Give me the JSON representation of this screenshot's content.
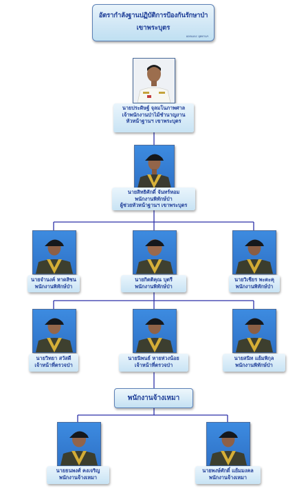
{
  "title": {
    "line1": "อัตรากำลังฐานปฏิบัติการป้องกันรักษาป่า",
    "line2": "เขาพระบุตร",
    "credit": "ออกแบบ: อุทยานฯ"
  },
  "chief": {
    "lines": [
      "นายประดิษฐ์ จุลมโนภาพศาล",
      "เจ้าพนักงานป่าไม้ชำนาญงาน",
      "หัวหน้าฐานฯ เขาพระบุตร"
    ]
  },
  "deputy": {
    "lines": [
      "นายสิทธิศักดิ์ จันทร์หอม",
      "พนักงานพิทักษ์ป่า",
      "ผู้ช่วยหัวหน้าฐานฯ เขาพระบุตร"
    ]
  },
  "row1": [
    {
      "lines": [
        "นายจำนงค์ หาดสิชน",
        "พนักงานพิทักษ์ป่า"
      ]
    },
    {
      "lines": [
        "นายกิตติคุณ บุตรี",
        "พนักงานพิทักษ์ป่า"
      ]
    },
    {
      "lines": [
        "นายวิเชียร พะตะคุ",
        "พนักงานพิทักษ์ป่า"
      ]
    }
  ],
  "row2": [
    {
      "lines": [
        "นายวิทยา สวัสดี",
        "เจ้าหน้าที่ตรวจป่า"
      ]
    },
    {
      "lines": [
        "นายนิพนธ์ หายห่วงน้อย",
        "เจ้าหน้าที่ตรวจป่า"
      ]
    },
    {
      "lines": [
        "นายสนิท แย้มพิกุล",
        "พนักงานพิทักษ์ป่า"
      ]
    }
  ],
  "staff_heading": "พนักงานจ้างเหมา",
  "row3": [
    {
      "lines": [
        "นายธนพงศ์ คงเจริญ",
        "พนักงานจ้างเหมา"
      ]
    },
    {
      "lines": [
        "นายพงษ์ศักดิ์ แย้มมงคล",
        "พนักงานจ้างเหมา"
      ]
    }
  ]
}
